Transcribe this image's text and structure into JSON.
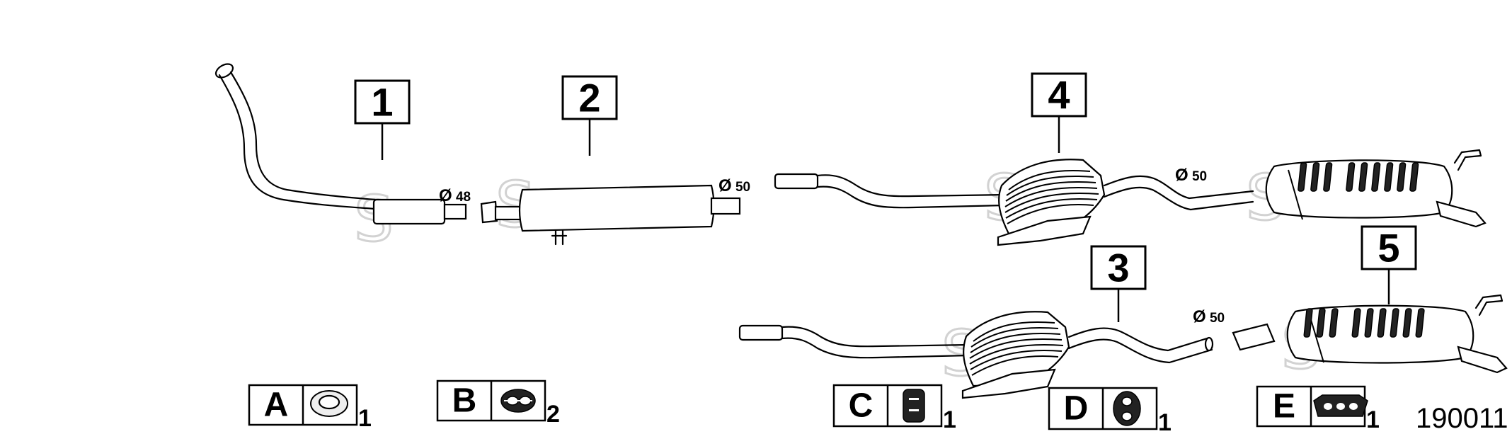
{
  "callouts": [
    {
      "id": "1",
      "label": "1"
    },
    {
      "id": "2",
      "label": "2"
    },
    {
      "id": "3",
      "label": "3"
    },
    {
      "id": "4",
      "label": "4"
    },
    {
      "id": "5",
      "label": "5"
    }
  ],
  "diameters": {
    "part1_outlet": "48",
    "part2_outlet": "50",
    "part4_mid": "50",
    "part3_outlet": "50"
  },
  "diameter_symbol": "Ø",
  "watermark_glyph": "S",
  "accessories": [
    {
      "letter": "A",
      "qty": "1",
      "icon": "gasket-ring-icon"
    },
    {
      "letter": "B",
      "qty": "2",
      "icon": "rubber-mount-icon"
    },
    {
      "letter": "C",
      "qty": "1",
      "icon": "bracket-clip-icon"
    },
    {
      "letter": "D",
      "qty": "1",
      "icon": "hanger-ring-icon"
    },
    {
      "letter": "E",
      "qty": "1",
      "icon": "triple-hole-mount-icon"
    }
  ],
  "diagram_id": "190011",
  "colors": {
    "line": "#000000",
    "watermark": "#d2d2d2",
    "background": "#ffffff"
  }
}
